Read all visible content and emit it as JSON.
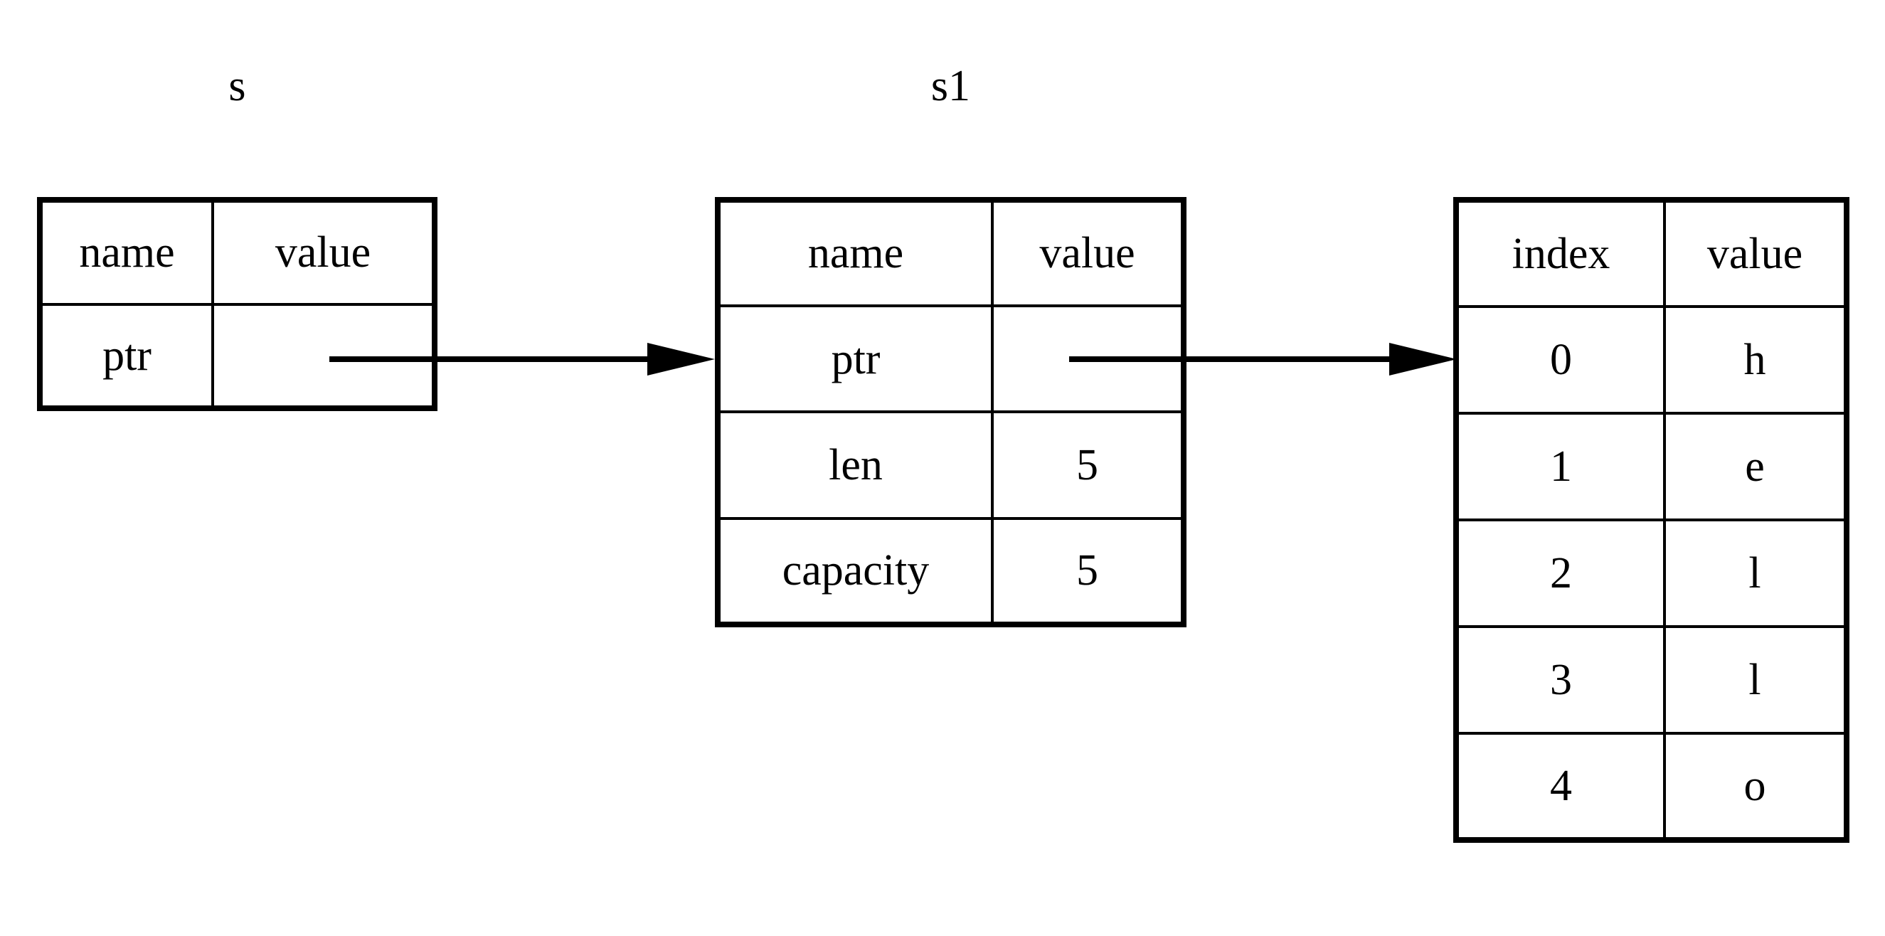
{
  "diagram": {
    "title_s": "s",
    "title_s1": "s1",
    "tables": {
      "s": {
        "label": "s",
        "columns": [
          "name",
          "value"
        ],
        "rows": [
          {
            "name": "ptr",
            "value": ""
          }
        ]
      },
      "s1": {
        "label": "s1",
        "columns": [
          "name",
          "value"
        ],
        "rows": [
          {
            "name": "ptr",
            "value": ""
          },
          {
            "name": "len",
            "value": "5"
          },
          {
            "name": "capacity",
            "value": "5"
          }
        ]
      },
      "buffer": {
        "columns": [
          "index",
          "value"
        ],
        "rows": [
          {
            "index": "0",
            "value": "h"
          },
          {
            "index": "1",
            "value": "e"
          },
          {
            "index": "2",
            "value": "l"
          },
          {
            "index": "3",
            "value": "l"
          },
          {
            "index": "4",
            "value": "o"
          }
        ]
      }
    },
    "arrows": [
      {
        "name": "s-ptr-to-s1",
        "from": "s.ptr",
        "to": "s1"
      },
      {
        "name": "s1-ptr-to-buffer",
        "from": "s1.ptr",
        "to": "buffer.0"
      }
    ],
    "colors": {
      "ink": "#000000",
      "paper": "#ffffff"
    }
  }
}
